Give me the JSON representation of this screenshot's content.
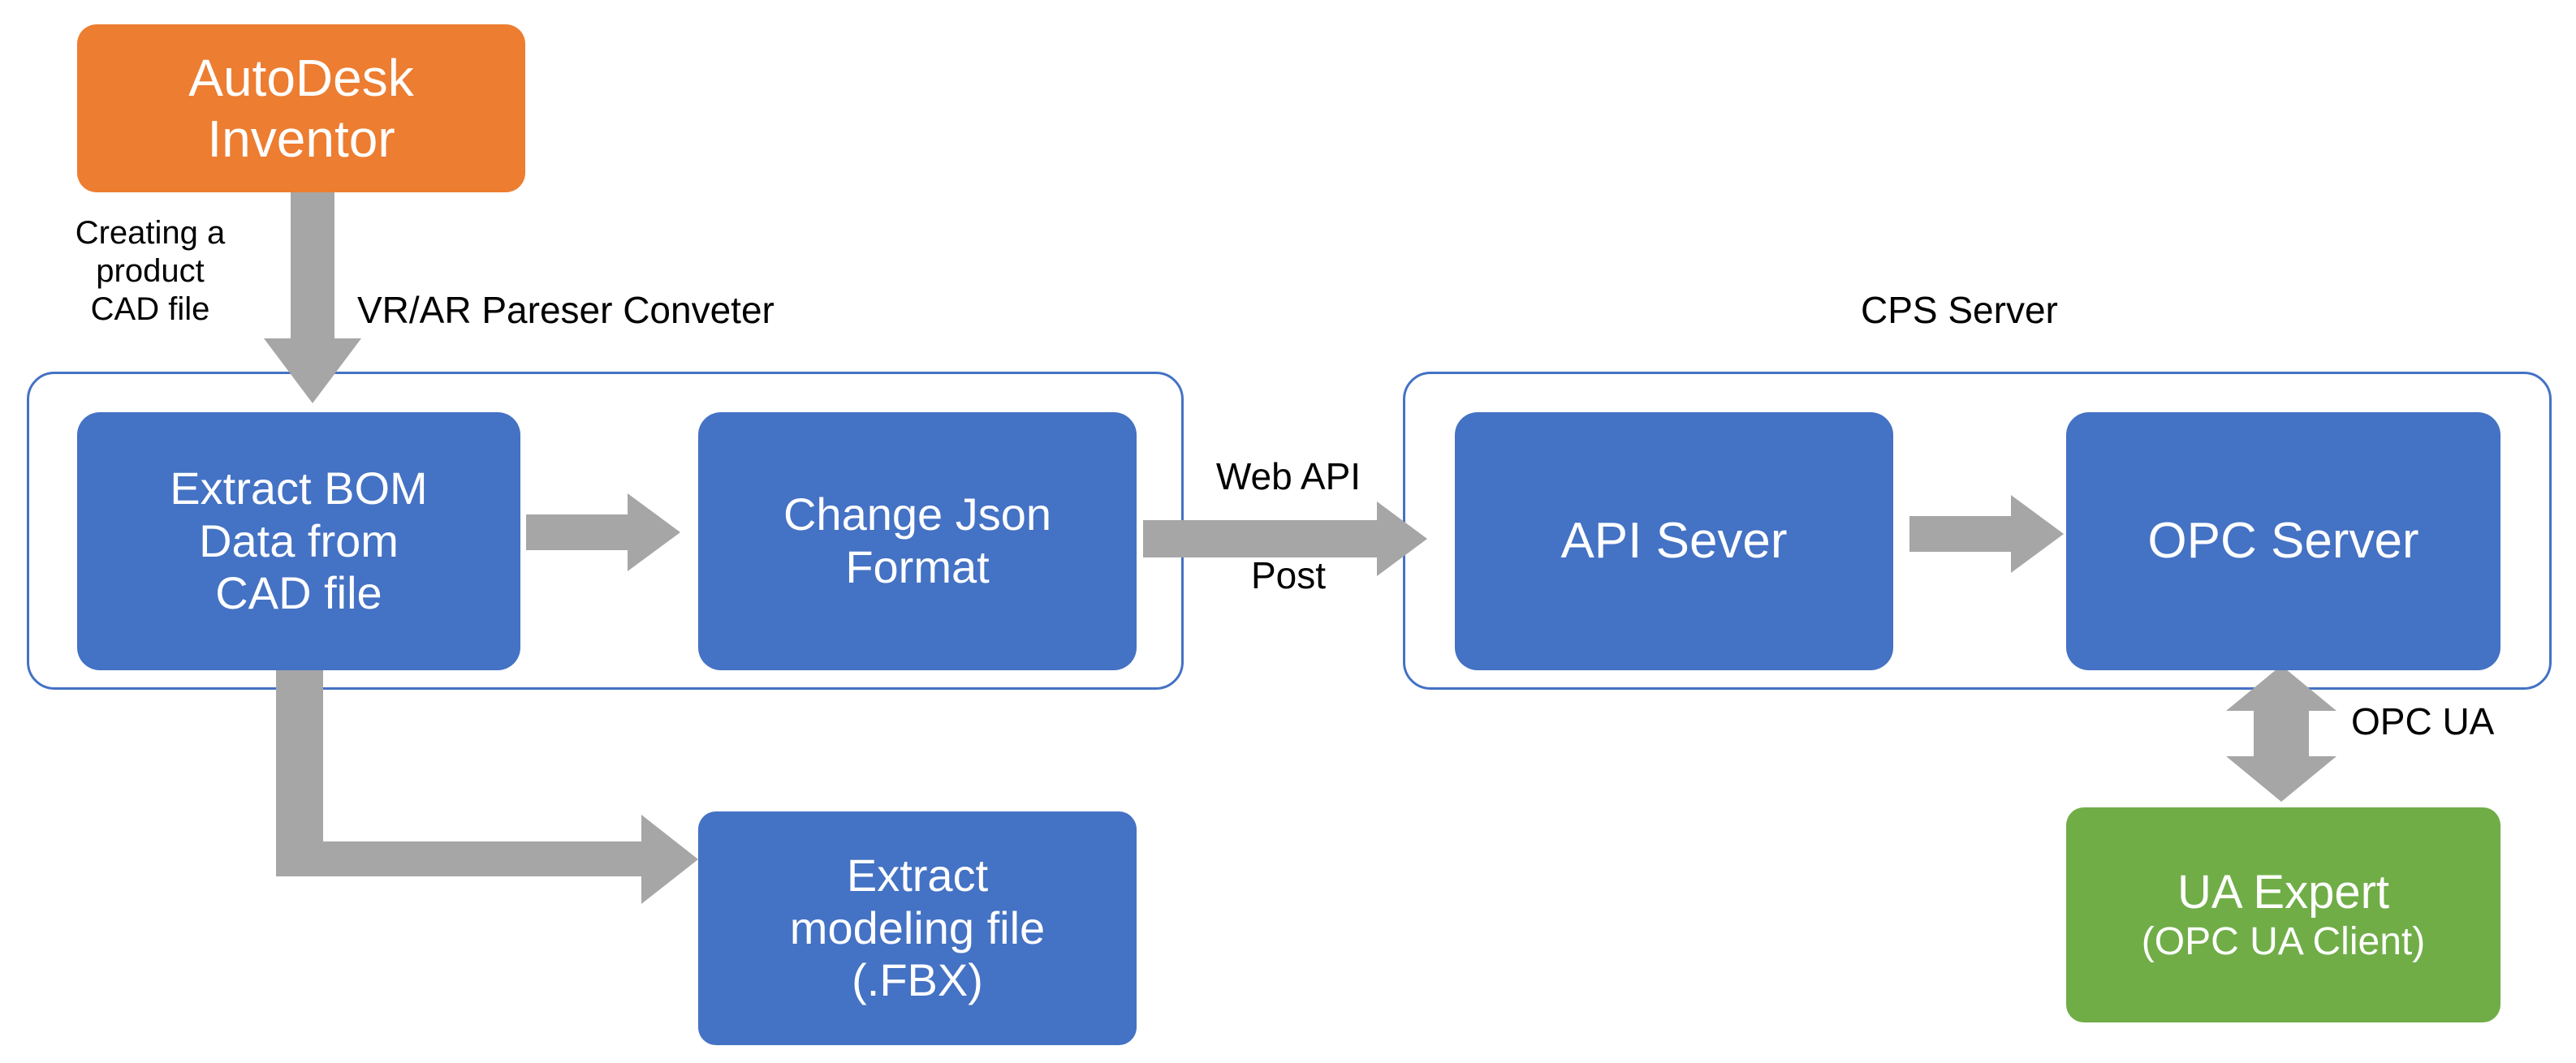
{
  "diagram": {
    "title_nodes": {
      "autodesk_inventor": {
        "lines": [
          "AutoDesk",
          "Inventor"
        ],
        "color": "#ED7D31"
      },
      "extract_bom": {
        "lines": [
          "Extract BOM",
          "Data from",
          "CAD file"
        ],
        "color": "#4472C4"
      },
      "change_json": {
        "lines": [
          "Change Json",
          "Format"
        ],
        "color": "#4472C4"
      },
      "extract_modeling": {
        "lines": [
          "Extract",
          "modeling file",
          "(.FBX)"
        ],
        "color": "#4472C4"
      },
      "api_server": {
        "lines": [
          "API Sever"
        ],
        "color": "#4472C4"
      },
      "opc_server": {
        "lines": [
          "OPC Server"
        ],
        "color": "#4472C4"
      },
      "ua_expert": {
        "lines": [
          "UA Expert",
          "(OPC UA Client)"
        ],
        "color": "#70AD47"
      }
    },
    "groups": {
      "converter": {
        "label": "VR/AR Pareser Conveter",
        "border_color": "#4472C4"
      },
      "cps": {
        "label": "CPS Server",
        "border_color": "#4472C4"
      }
    },
    "edge_labels": {
      "creating_cad": {
        "lines": [
          "Creating a",
          "product",
          "CAD file"
        ]
      },
      "web_api_post": {
        "lines": [
          "Web API",
          "Post"
        ]
      },
      "opc_ua": {
        "lines": [
          "OPC UA"
        ]
      }
    },
    "arrow_color": "#A6A6A6",
    "arrows": [
      {
        "name": "inventor-to-extract-bom",
        "kind": "down"
      },
      {
        "name": "extract-bom-to-change-json",
        "kind": "right"
      },
      {
        "name": "change-json-to-api-server",
        "kind": "right"
      },
      {
        "name": "api-server-to-opc-server",
        "kind": "right"
      },
      {
        "name": "extract-bom-to-modeling-file",
        "kind": "elbow-down-right"
      },
      {
        "name": "opc-server-to-ua-expert",
        "kind": "double-vertical"
      }
    ]
  }
}
